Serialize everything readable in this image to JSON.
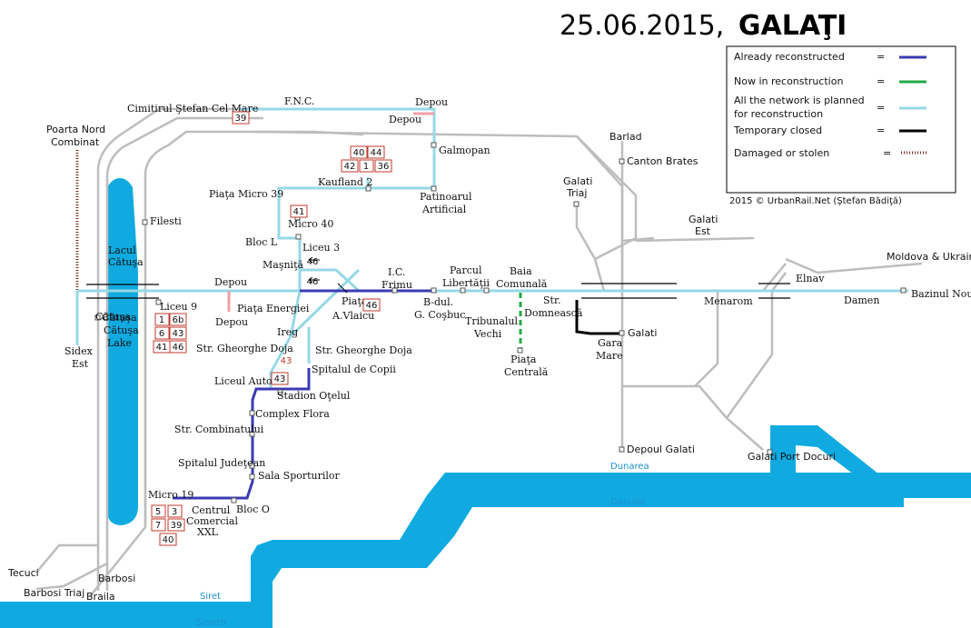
{
  "title": {
    "date": "25.06.2015,",
    "city": "GALAŢI"
  },
  "credit": "2015 © UrbanRail.Net (Ştefan Bădiţă)",
  "colors": {
    "reconstructed": "#3b3bb3",
    "in_reconstruction": "#22aa44",
    "planned": "#96d8e6",
    "closed": "#000000",
    "damaged": "#7a2a1a",
    "network": "#bdbdbd",
    "water": "#11aae0",
    "depot": "#f0a0a8"
  },
  "legend": {
    "items": [
      {
        "label": "Already reconstructed",
        "eq": "=",
        "style": "reconstructed"
      },
      {
        "label": "Now in reconstruction",
        "eq": "=",
        "style": "in_reconstruction"
      },
      {
        "label": "All the network is planned",
        "eq": "=",
        "style": "planned",
        "label2": "for reconstruction"
      },
      {
        "label": "Temporary closed",
        "eq": "=",
        "style": "closed"
      },
      {
        "label": "Damaged or stolen",
        "eq": "=",
        "style": "damaged"
      }
    ]
  },
  "water": {
    "lake": [
      "Lacul",
      "Cătuşa"
    ],
    "lake_en": [
      "Cătuşa",
      "Cătuşa",
      "Lake"
    ],
    "dunarea": "Dunarea",
    "danube": "Danube",
    "siret": "Siret",
    "sereth": "Sereth"
  },
  "stations": {
    "poarta_nord": [
      "Poarta Nord",
      "Combinat"
    ],
    "cimitirul": "Cimitirul Ştefan Cel Mare",
    "fnc": "F.N.C.",
    "depou1": "Depou",
    "depou2": "Depou",
    "galmopan": "Galmopan",
    "kaufland": "Kaufland 2",
    "patinoarul": [
      "Patinoarul",
      "Artificial"
    ],
    "piata_micro39": "Piaţa Micro 39",
    "micro40": "Micro 40",
    "bloc_l": "Bloc L",
    "liceu3": "Liceu 3",
    "masnita": "Maşniţă",
    "filesti": "Filesti",
    "depou3": "Depou",
    "depou4": "Depou",
    "piata_energiei": "Piaţa Energiei",
    "liceu9": "Liceu 9",
    "catusa": "Cătuşa",
    "sidex": [
      "Sidex",
      "Est"
    ],
    "ic_frimu": [
      "I.C.",
      "Frimu"
    ],
    "parcul": [
      "Parcul",
      "Libertăţii"
    ],
    "baia": [
      "Baia",
      "Comunală"
    ],
    "piata": "Piaţa",
    "avlaicu": "A.Vlaicu",
    "bdul": [
      "B-dul.",
      "G. Coşbuc"
    ],
    "tribunalul": [
      "Tribunalul",
      "Vechi"
    ],
    "str_domneasca": [
      "Str.",
      "Domnească"
    ],
    "piata_centrala": [
      "Piaţa",
      "Centrală"
    ],
    "ireg": "Ireg",
    "doja1": "Str. Gheorghe Doja",
    "doja2": "Str. Gheorghe Doja",
    "spitalul_copii": "Spitalul de Copii",
    "liceul_auto": "Liceul Auto",
    "stadion": "Stadion Oţelul",
    "complex_flora": "Complex Flora",
    "combinatului": "Str. Combinatului",
    "spitalul_judetean": "Spitalul Judeţean",
    "sala": "Sala Sporturilor",
    "micro19": "Micro 19",
    "centrul": [
      "Centrul",
      "Comercial",
      "XXL"
    ],
    "bloc_o": "Bloc O",
    "barlad": "Barlad",
    "canton": "Canton Brates",
    "galati_triaj": [
      "Galati",
      "Triaj"
    ],
    "galati_est": [
      "Galati",
      "Est"
    ],
    "moldova": "Moldova & Ukraine",
    "elnav": "Elnav",
    "menarom": "Menarom",
    "damen": "Damen",
    "bazinul": "Bazinul Nou",
    "galati": "Galati",
    "gara_mare": [
      "Gara",
      "Mare"
    ],
    "depoul_galati": "Depoul Galati",
    "port_docuri": "Galati Port Docuri",
    "tecuci": "Tecuci",
    "barbosi": "Barbosi",
    "barbosi_triaj": "Barbosi Triaj",
    "braila": "Braila"
  },
  "routes": {
    "r39a": "39",
    "r40": "40",
    "r44": "44",
    "r42": "42",
    "r1a": "1",
    "r36": "36",
    "r41a": "41",
    "r46a": "46",
    "r46b": "46",
    "r46c": "46",
    "r1b": "1",
    "r6b": "6b",
    "r6": "6",
    "r43a": "43",
    "r41b": "41",
    "r46d": "46",
    "r43b": "43",
    "r43c": "43",
    "r5": "5",
    "r3": "3",
    "r7": "7",
    "r39b": "39",
    "r40b": "40"
  }
}
